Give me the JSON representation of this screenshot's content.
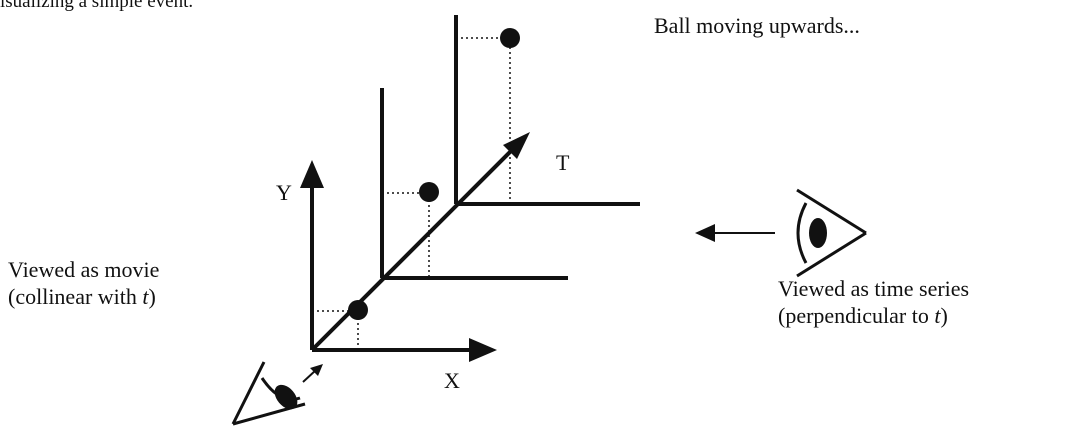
{
  "caption": "isualizing a simple event.",
  "annotations": {
    "ball_moving": "Ball moving upwards...",
    "movie_line1": "Viewed as movie",
    "movie_line2_prefix": "(collinear with ",
    "movie_line2_var": "t",
    "movie_line2_suffix": ")",
    "series_line1": "Viewed as time series",
    "series_line2_prefix": "(perpendicular to ",
    "series_line2_var": "t",
    "series_line2_suffix": ")"
  },
  "axes": {
    "x": "X",
    "y": "Y",
    "t": "T"
  },
  "frames": [
    {
      "index": 0,
      "ball_height": 0.35
    },
    {
      "index": 1,
      "ball_height": 0.65
    },
    {
      "index": 2,
      "ball_height": 1.0
    }
  ],
  "colors": {
    "ink": "#111111",
    "background": "#ffffff"
  },
  "icons": [
    "eye-icon-movie",
    "eye-icon-series",
    "arrow-left-icon"
  ]
}
